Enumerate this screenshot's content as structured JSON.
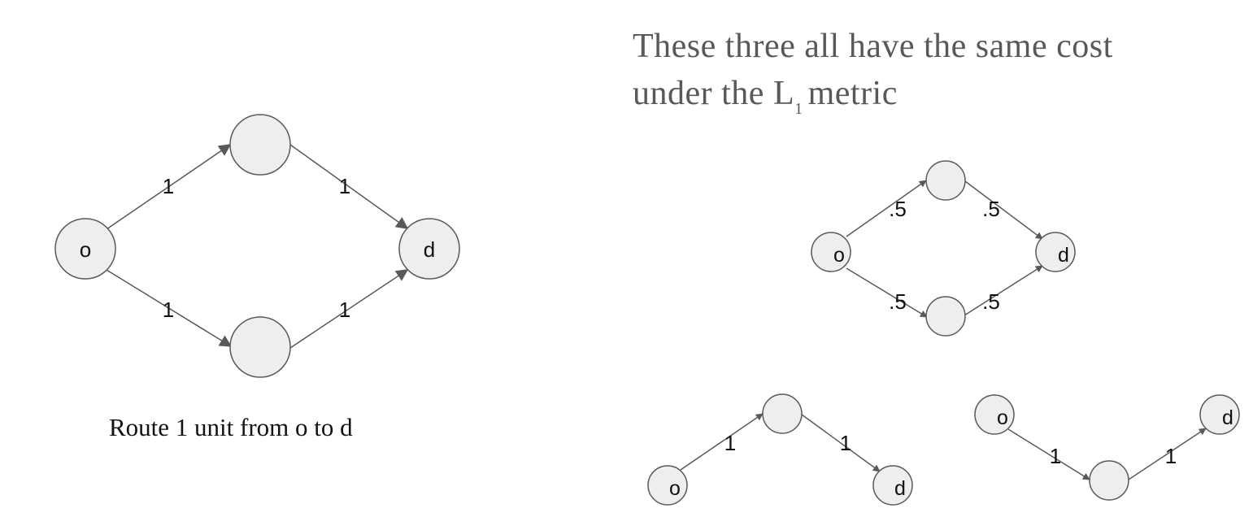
{
  "heading": {
    "line1": "These three all have the same cost",
    "line2_before": "under the L",
    "line2_sub": "1",
    "line2_after": "metric"
  },
  "caption": "Route 1 unit from o to d",
  "colors": {
    "node_fill": "#eeeeee",
    "stroke": "#595959",
    "text": "#111111",
    "heading": "#595959"
  },
  "main_graph": {
    "nodes": {
      "origin": "o",
      "dest": "d",
      "top": "",
      "bottom": ""
    },
    "edges": {
      "o_top": "1",
      "top_d": "1",
      "o_bottom": "1",
      "bottom_d": "1"
    }
  },
  "split_graph": {
    "nodes": {
      "origin": "o",
      "dest": "d"
    },
    "edges": {
      "o_top": ".5",
      "top_d": ".5",
      "o_bottom": ".5",
      "bottom_d": ".5"
    }
  },
  "upper_path": {
    "nodes": {
      "origin": "o",
      "dest": "d"
    },
    "edges": {
      "o_mid": "1",
      "mid_d": "1"
    }
  },
  "lower_path": {
    "nodes": {
      "origin": "o",
      "dest": "d"
    },
    "edges": {
      "o_mid": "1",
      "mid_d": "1"
    }
  }
}
